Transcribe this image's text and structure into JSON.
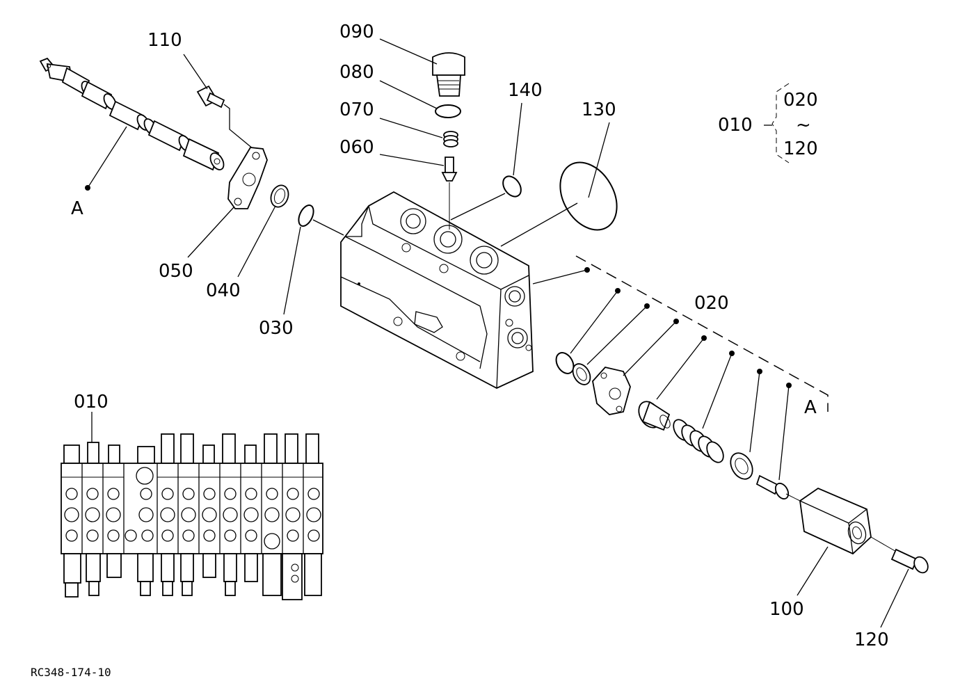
{
  "diagram": {
    "labels": {
      "p110": "110",
      "p090": "090",
      "p080": "080",
      "p070": "070",
      "p060": "060",
      "p140": "140",
      "p130": "130",
      "p050": "050",
      "p040": "040",
      "p030": "030",
      "p020": "020",
      "p100": "100",
      "p120": "120",
      "refA_left": "A",
      "refA_right": "A",
      "inset_010": "010"
    },
    "assembly_note": {
      "assembly": "010",
      "range_start": "020",
      "range_sep": "~",
      "range_end": "120"
    },
    "drawing_code": "RC348-174-10"
  }
}
